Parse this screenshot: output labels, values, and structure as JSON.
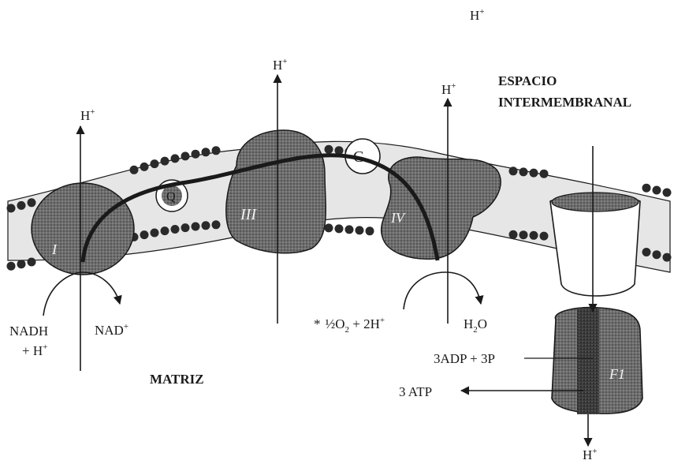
{
  "labels": {
    "hplus": "H",
    "plus": "+",
    "espacio": "ESPACIO",
    "intermembranal": "INTERMEMBRANAL",
    "matriz": "MATRIZ",
    "nadh": "NADH",
    "plus_h": "+ H",
    "nad": "NAD",
    "oxygen_star": "*",
    "oxygen_half": "½O",
    "oxygen_sub": "2",
    "oxygen_rest": " + 2H",
    "water_h": "H",
    "water_sub": "2",
    "water_o": "O",
    "adp": "3ADP + 3P",
    "atp": "3 ATP"
  },
  "complexes": {
    "c1": "I",
    "c3": "III",
    "c4": "IV",
    "q": "Q",
    "c": "C",
    "f1": "F1"
  },
  "colors": {
    "ink": "#1a1a1a",
    "stipple": "#5a5a5a",
    "membrane": "#d9d9d9"
  }
}
